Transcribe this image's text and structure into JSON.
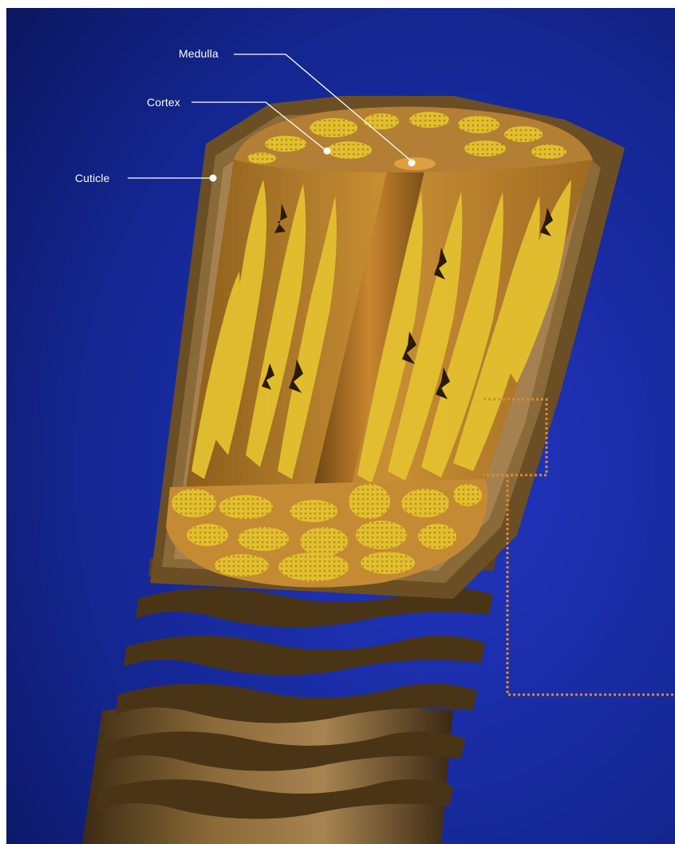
{
  "diagram": {
    "labels": {
      "medulla": "Medulla",
      "cortex": "Cortex",
      "cuticle": "Cuticle"
    },
    "colors": {
      "background_top": "#0a1560",
      "background_bottom": "#1b2fb0",
      "cuticle_brown": "#7a5a2c",
      "cortex_tan": "#c78b2e",
      "fiber_yellow": "#e3c02f",
      "medulla_orange": "#b4782a",
      "inset_box": "#d98a3a"
    }
  }
}
